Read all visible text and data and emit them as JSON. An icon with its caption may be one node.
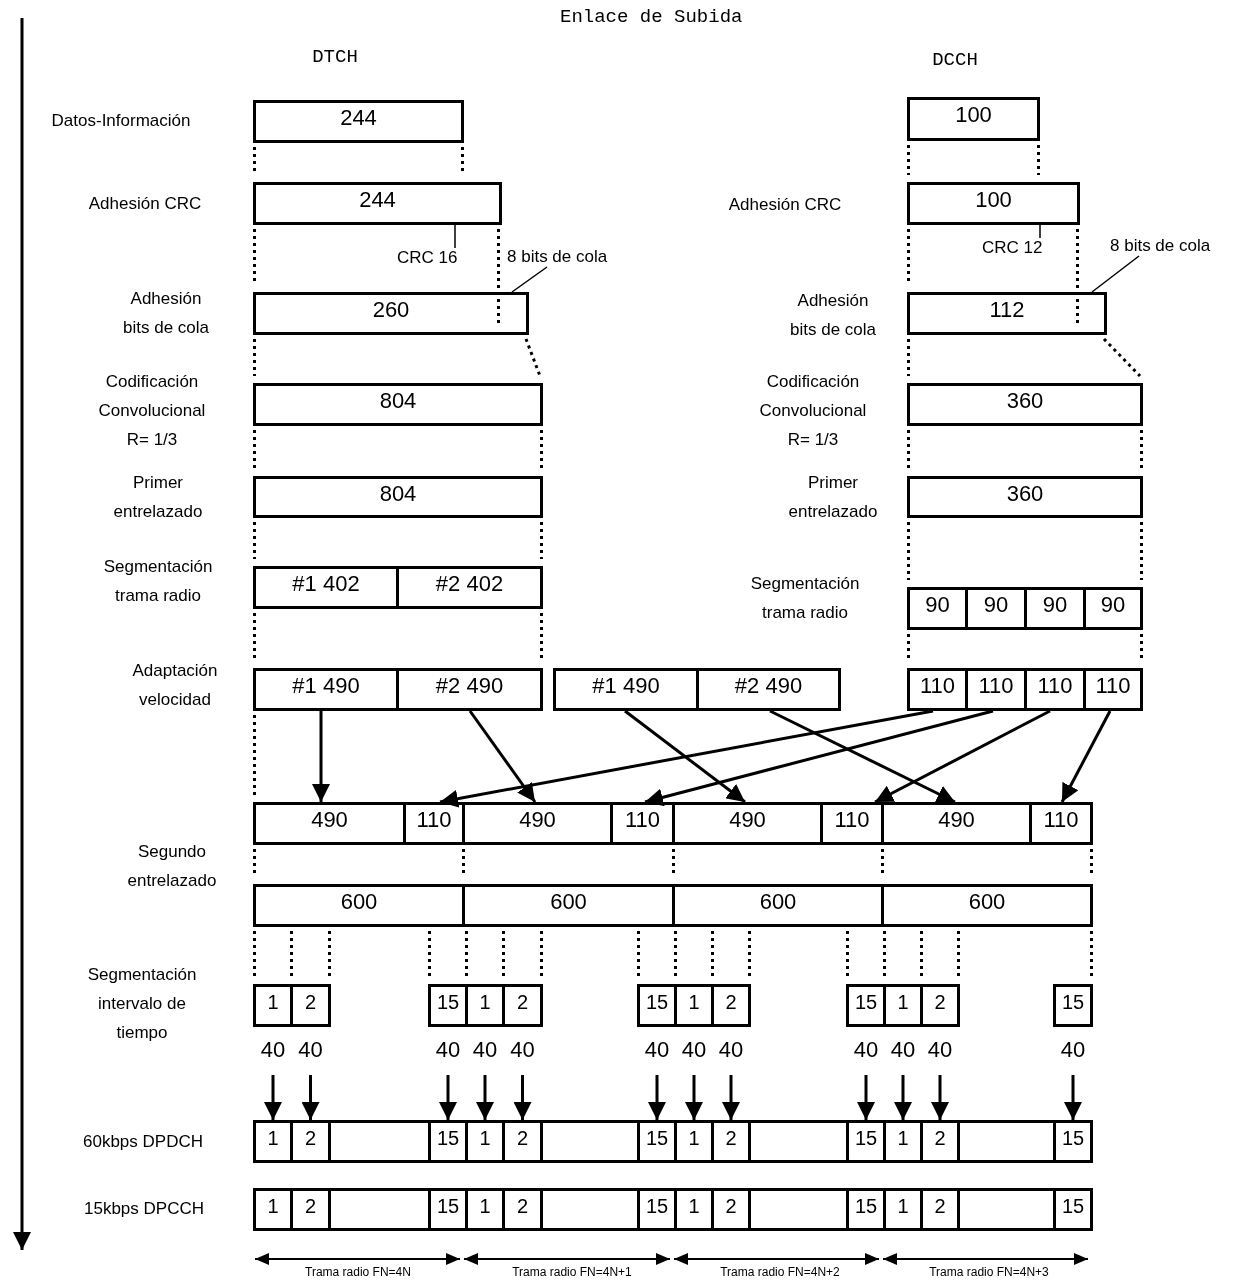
{
  "diagram": {
    "title": "Enlace de Subida",
    "nodes": [
      {
        "text": [
          "244"
        ]
      },
      {
        "text": [
          "100"
        ]
      },
      {
        "text": [
          "244"
        ]
      },
      {
        "text": [
          "100"
        ]
      },
      {
        "text": [
          "CRC 16"
        ]
      },
      {
        "text": [
          "8 bits de cola"
        ]
      },
      {
        "text": [
          "CRC 12"
        ]
      },
      {
        "text": [
          "8 bits de cola"
        ]
      },
      {
        "text": [
          "260"
        ]
      },
      {
        "text": [
          "112"
        ]
      },
      {
        "text": [
          "804"
        ]
      },
      {
        "text": [
          "360"
        ]
      },
      {
        "text": [
          "804"
        ]
      },
      {
        "text": [
          "360"
        ]
      },
      {
        "text": [
          "#1 402"
        ]
      },
      {
        "text": [
          "#2 402"
        ]
      },
      {
        "text": [
          "90"
        ]
      },
      {
        "text": [
          "90"
        ]
      },
      {
        "text": [
          "90"
        ]
      },
      {
        "text": [
          "90"
        ]
      },
      {
        "text": [
          "#1 490"
        ]
      },
      {
        "text": [
          "#2 490"
        ]
      },
      {
        "text": [
          "#1 490"
        ]
      },
      {
        "text": [
          "#2 490"
        ]
      },
      {
        "text": [
          "110"
        ]
      },
      {
        "text": [
          "110"
        ]
      },
      {
        "text": [
          "110"
        ]
      },
      {
        "text": [
          "110"
        ]
      },
      {
        "text": [
          "490"
        ]
      },
      {
        "text": [
          "110"
        ]
      },
      {
        "text": [
          "490"
        ]
      },
      {
        "text": [
          "110"
        ]
      },
      {
        "text": [
          "490"
        ]
      },
      {
        "text": [
          "110"
        ]
      },
      {
        "text": [
          "490"
        ]
      },
      {
        "text": [
          "110"
        ]
      },
      {
        "text": [
          "600"
        ]
      },
      {
        "text": [
          "600"
        ]
      },
      {
        "text": [
          "600"
        ]
      },
      {
        "text": [
          "600"
        ]
      },
      {
        "text": [
          "1"
        ],
        "beside": [
          "40"
        ]
      },
      {
        "text": [
          "2"
        ],
        "beside": [
          "40"
        ]
      },
      {
        "text": [
          "15"
        ],
        "beside": [
          "40"
        ]
      },
      {
        "text": [
          "1"
        ],
        "beside": [
          "40"
        ]
      },
      {
        "text": [
          "2"
        ],
        "beside": [
          "40"
        ]
      },
      {
        "text": [
          "15"
        ],
        "beside": [
          "40"
        ]
      },
      {
        "text": [
          "1"
        ],
        "beside": [
          "40"
        ]
      },
      {
        "text": [
          "2"
        ],
        "beside": [
          "40"
        ]
      },
      {
        "text": [
          "15"
        ],
        "beside": [
          "40"
        ]
      },
      {
        "text": [
          "1"
        ],
        "beside": [
          "40"
        ]
      },
      {
        "text": [
          "2"
        ],
        "beside": [
          "40"
        ]
      },
      {
        "text": [
          "15"
        ],
        "beside": [
          "40"
        ]
      },
      {
        "text": [
          "1"
        ]
      },
      {
        "text": [
          "2"
        ]
      },
      {
        "text": [],
        "shape": "box"
      },
      {
        "text": [
          "15"
        ]
      },
      {
        "text": [
          "1"
        ]
      },
      {
        "text": [
          "2"
        ]
      },
      {
        "text": [],
        "shape": "box"
      },
      {
        "text": [
          "15"
        ]
      },
      {
        "text": [
          "1"
        ]
      },
      {
        "text": [
          "2"
        ]
      },
      {
        "text": [],
        "shape": "box"
      },
      {
        "text": [
          "15"
        ]
      },
      {
        "text": [
          "1"
        ]
      },
      {
        "text": [
          "2"
        ]
      },
      {
        "text": [],
        "shape": "box"
      },
      {
        "text": [
          "15"
        ]
      },
      {
        "text": [
          "1"
        ]
      },
      {
        "text": [
          "2"
        ]
      },
      {
        "text": [],
        "shape": "box"
      },
      {
        "text": [
          "15"
        ]
      },
      {
        "text": [
          "1"
        ]
      },
      {
        "text": [
          "2"
        ]
      },
      {
        "text": [],
        "shape": "box"
      },
      {
        "text": [
          "15"
        ]
      },
      {
        "text": [
          "1"
        ]
      },
      {
        "text": [
          "2"
        ]
      },
      {
        "text": [],
        "shape": "box"
      },
      {
        "text": [
          "15"
        ]
      },
      {
        "text": [
          "1"
        ]
      },
      {
        "text": [
          "2"
        ]
      },
      {
        "text": [],
        "shape": "box"
      },
      {
        "text": [
          "15"
        ]
      }
    ],
    "edges": [
      {
        "from": 4,
        "to": 2,
        "arrow": "none"
      },
      {
        "from": 5,
        "to": 8,
        "arrow": "none"
      },
      {
        "from": 6,
        "to": 3,
        "arrow": "none"
      },
      {
        "from": 7,
        "to": 9,
        "arrow": "none"
      },
      {
        "from": 20,
        "to": 28,
        "arrow": "to"
      },
      {
        "from": 21,
        "to": 30,
        "arrow": "to"
      },
      {
        "from": 22,
        "to": 32,
        "arrow": "to"
      },
      {
        "from": 23,
        "to": 34,
        "arrow": "to"
      },
      {
        "from": 24,
        "to": 29,
        "arrow": "to"
      },
      {
        "from": 25,
        "to": 31,
        "arrow": "to"
      },
      {
        "from": 26,
        "to": 33,
        "arrow": "to"
      },
      {
        "from": 27,
        "to": 35,
        "arrow": "to"
      },
      {
        "from": 40,
        "to": 52,
        "arrow": "to"
      },
      {
        "from": 41,
        "to": 53,
        "arrow": "to"
      },
      {
        "from": 42,
        "to": 55,
        "arrow": "to"
      },
      {
        "from": 43,
        "to": 56,
        "arrow": "to"
      },
      {
        "from": 44,
        "to": 57,
        "arrow": "to"
      },
      {
        "from": 45,
        "to": 59,
        "arrow": "to"
      },
      {
        "from": 46,
        "to": 60,
        "arrow": "to"
      },
      {
        "from": 47,
        "to": 61,
        "arrow": "to"
      },
      {
        "from": 48,
        "to": 63,
        "arrow": "to"
      },
      {
        "from": 49,
        "to": 64,
        "arrow": "to"
      },
      {
        "from": 50,
        "to": 65,
        "arrow": "to"
      },
      {
        "from": 51,
        "to": 67,
        "arrow": "to"
      }
    ],
    "labels": [
      "DTCH",
      "DCCH",
      "Datos-Información",
      "Adhesión CRC",
      "Adhesión CRC",
      "Adhesión bits de cola",
      "Adhesión bits de cola",
      "Codificación Convolucional R= 1/3",
      "Codificación Convolucional R= 1/3",
      "Primer entrelazado",
      "Primer entrelazado",
      "Segmentación trama radio",
      "Segmentación trama radio",
      "Adaptación velocidad",
      "Segundo entrelazado",
      "Segmentación intervalo de tiempo",
      "60kbps DPDCH",
      "15kbps DPCCH",
      "Trama radio FN=4N",
      "Trama radio FN=4N+1",
      "Trama radio FN=4N+2",
      "Trama radio FN=4N+3"
    ]
  }
}
